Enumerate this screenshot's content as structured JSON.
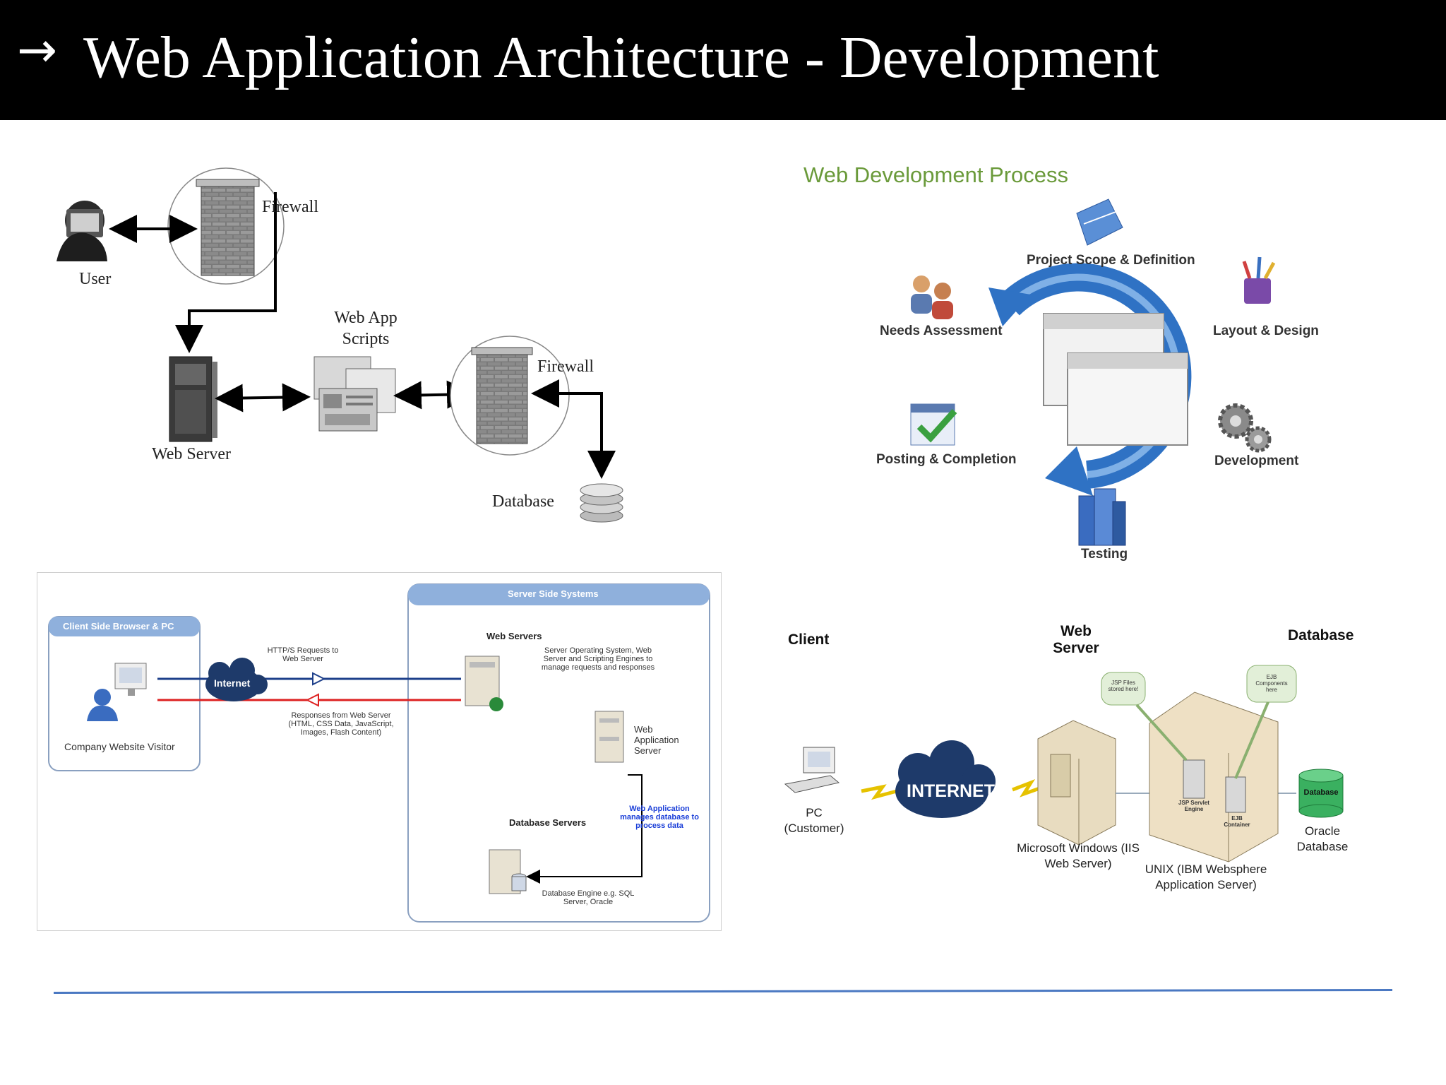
{
  "slide": {
    "title": "Web Application Architecture - Development",
    "title_arrow": "→"
  },
  "diagram1": {
    "user": "User",
    "firewall1": "Firewall",
    "web_app_scripts": "Web App Scripts",
    "web_server": "Web Server",
    "firewall2": "Firewall",
    "database": "Database"
  },
  "diagram2": {
    "title": "Web Development Process",
    "steps": [
      "Project Scope & Definition",
      "Layout & Design",
      "Development",
      "Testing",
      "Posting & Completion",
      "Needs Assessment"
    ],
    "colors": {
      "title": "#6a9a3a",
      "ring": "#2f72c4"
    }
  },
  "diagram3": {
    "client_panel_title": "Client Side Browser & PC",
    "server_panel_title": "Server Side Systems",
    "visitor": "Company Website Visitor",
    "internet": "Internet",
    "requests": "HTTP/S Requests to Web Server",
    "responses": "Responses from Web Server (HTML, CSS Data, JavaScript, Images, Flash Content)",
    "web_servers": "Web Servers",
    "web_servers_desc": "Server Operating System, Web Server and Scripting Engines to manage requests and responses",
    "app_server": "Web Application Server",
    "app_note": "Web Application manages database to process data",
    "db_servers": "Database Servers",
    "db_engine": "Database Engine e.g. SQL Server, Oracle"
  },
  "diagram4": {
    "client": "Client",
    "web_server": "Web Server",
    "database": "Database",
    "pc": "PC (Customer)",
    "internet": "INTERNET",
    "iis": "Microsoft Windows (IIS Web Server)",
    "unix": "UNIX (IBM Websphere Application Server)",
    "oracle": "Oracle Database",
    "jsp_files": "JSP Files stored here!",
    "ejb_components": "EJB Components here",
    "jsp_engine": "JSP Servlet Engine",
    "ejb_container": "EJB Container",
    "db_label": "Database"
  }
}
